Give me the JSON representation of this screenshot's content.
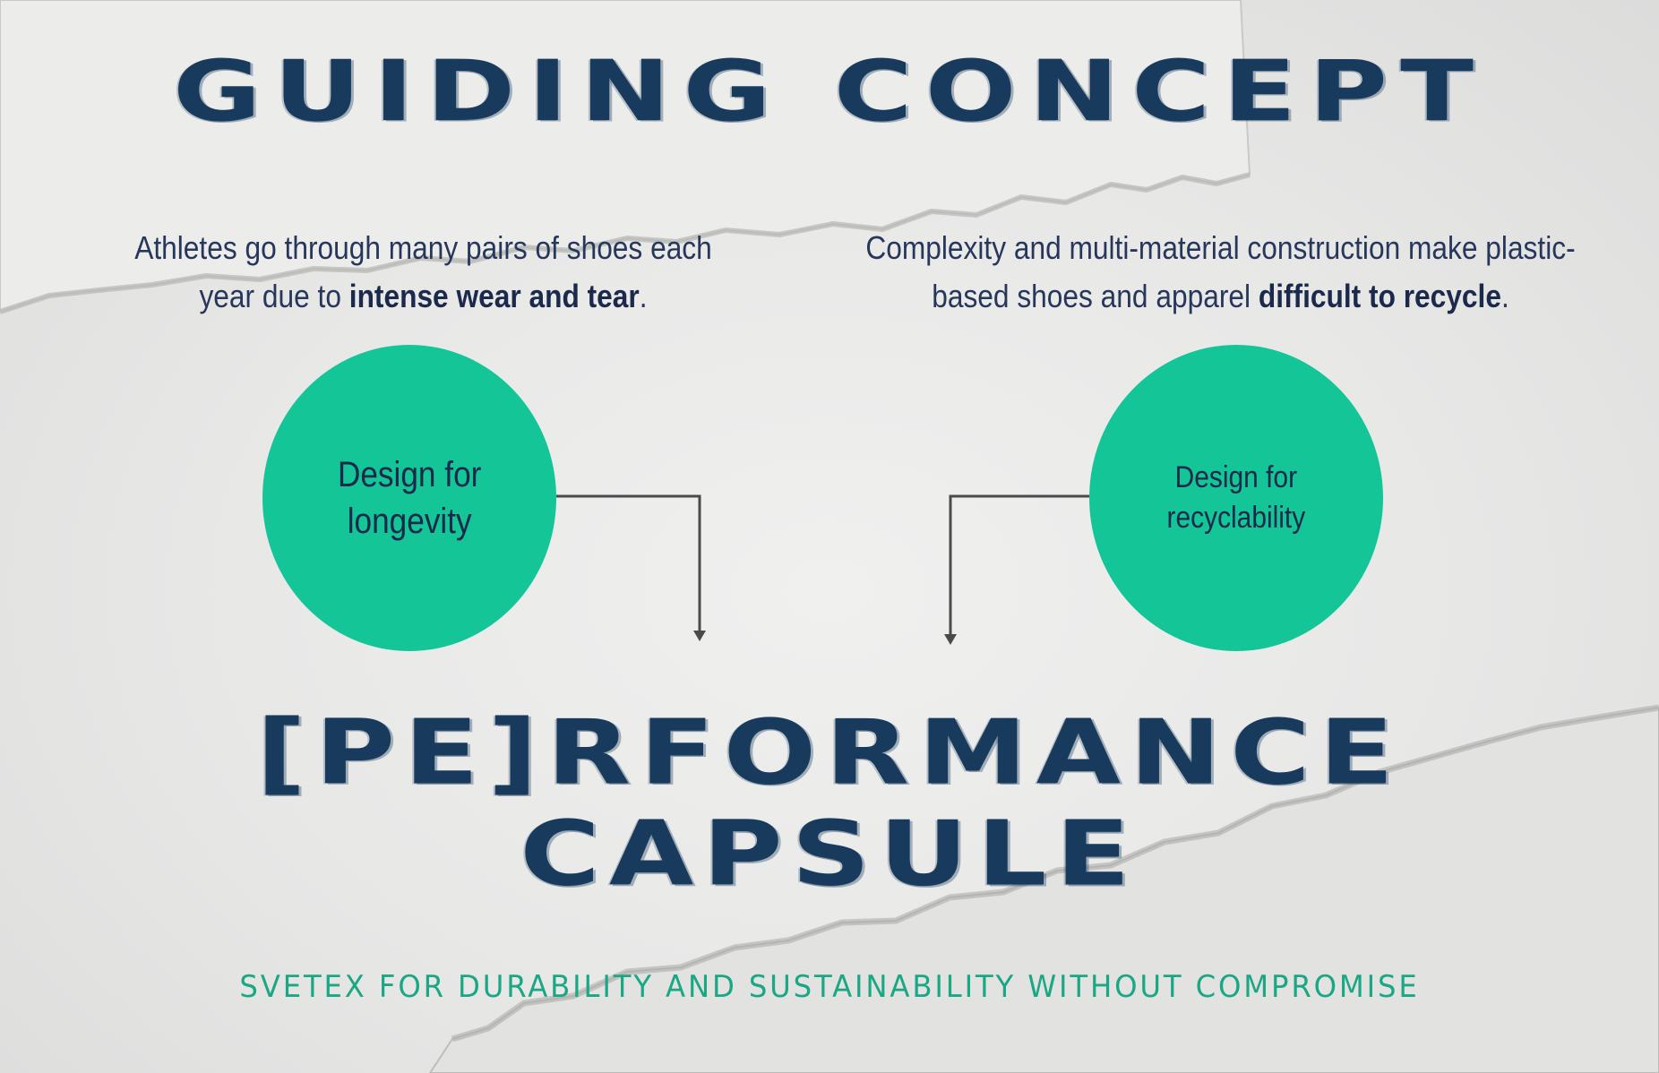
{
  "header": {
    "title": "GUIDING CONCEPT"
  },
  "intro_left": {
    "text_1": "Athletes go through many pairs of shoes each year due to ",
    "emphasis": "intense wear and tear",
    "text_2": "."
  },
  "intro_right": {
    "text_1": "Complexity and multi-material construction make plastic-based shoes and apparel ",
    "emphasis": "difficult to recycle",
    "text_2": "."
  },
  "circles": {
    "left": {
      "line_1": "Design for",
      "line_2": "longevity"
    },
    "right": {
      "line_1": "Design for",
      "line_2": "recyclability"
    }
  },
  "capsule": {
    "line_1": "[PE]RFORMANCE",
    "line_2": "CAPSULE"
  },
  "tagline": "SVETEX FOR DURABILITY AND SUSTAINABILITY WITHOUT COMPROMISE",
  "colors": {
    "title": "#183a5d",
    "body_text": "#27375b",
    "accent_circle": "#14c598",
    "tagline": "#1aa784",
    "connector": "#4a4a4a",
    "paper": "#e8e8e7"
  }
}
